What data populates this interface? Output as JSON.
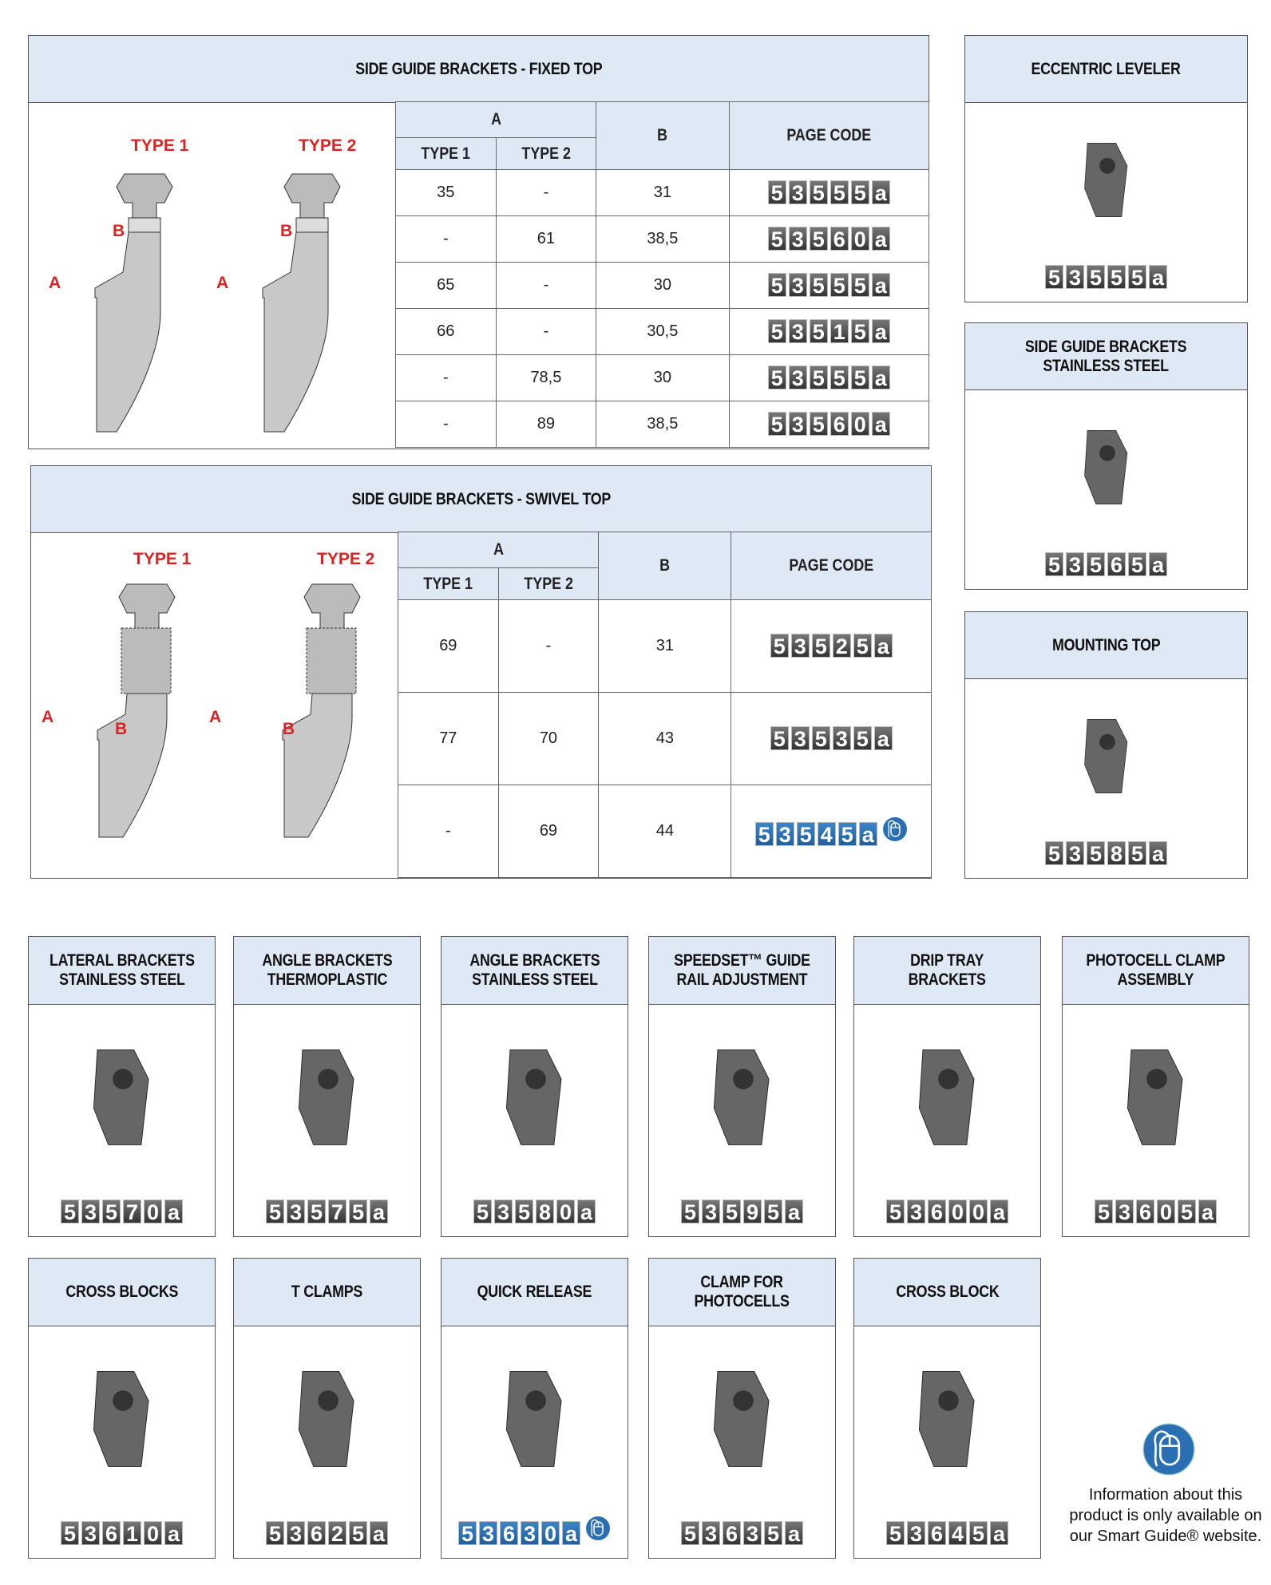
{
  "fixed_top": {
    "title": "SIDE GUIDE BRACKETS - FIXED TOP",
    "type1_label": "TYPE 1",
    "type2_label": "TYPE 2",
    "dim_a": "A",
    "dim_b": "B",
    "columns": {
      "a": "A",
      "type1": "TYPE 1",
      "type2": "TYPE 2",
      "b": "B",
      "page_code": "PAGE CODE"
    },
    "rows": [
      {
        "type1": "35",
        "type2": "-",
        "b": "31",
        "code": "53555a"
      },
      {
        "type1": "-",
        "type2": "61",
        "b": "38,5",
        "code": "53560a"
      },
      {
        "type1": "65",
        "type2": "-",
        "b": "30",
        "code": "53555a"
      },
      {
        "type1": "66",
        "type2": "-",
        "b": "30,5",
        "code": "53515a"
      },
      {
        "type1": "-",
        "type2": "78,5",
        "b": "30",
        "code": "53555a"
      },
      {
        "type1": "-",
        "type2": "89",
        "b": "38,5",
        "code": "53560a"
      }
    ]
  },
  "swivel_top": {
    "title": "SIDE GUIDE BRACKETS - SWIVEL TOP",
    "type1_label": "TYPE 1",
    "type2_label": "TYPE 2",
    "dim_a": "A",
    "dim_b": "B",
    "columns": {
      "a": "A",
      "type1": "TYPE 1",
      "type2": "TYPE 2",
      "b": "B",
      "page_code": "PAGE CODE"
    },
    "rows": [
      {
        "type1": "69",
        "type2": "-",
        "b": "31",
        "code": "53525a",
        "online": false
      },
      {
        "type1": "77",
        "type2": "70",
        "b": "43",
        "code": "53535a",
        "online": false
      },
      {
        "type1": "-",
        "type2": "69",
        "b": "44",
        "code": "53545a",
        "online": true
      }
    ]
  },
  "side_cards": [
    {
      "title": "ECCENTRIC LEVELER",
      "code": "53555a",
      "icon": "eccentric-leveler"
    },
    {
      "title": "SIDE GUIDE BRACKETS\nSTAINLESS STEEL",
      "code": "53565a",
      "icon": "conveyor"
    },
    {
      "title": "MOUNTING TOP",
      "code": "53585a",
      "icon": "mounting-top"
    }
  ],
  "cards": [
    {
      "title": "LATERAL BRACKETS\nSTAINLESS STEEL",
      "code": "53570a",
      "online": false
    },
    {
      "title": "ANGLE BRACKETS\nTHERMOPLASTIC",
      "code": "53575a",
      "online": false
    },
    {
      "title": "ANGLE BRACKETS\nSTAINLESS STEEL",
      "code": "53580a",
      "online": false
    },
    {
      "title": "SPEEDSET™ GUIDE\nRAIL ADJUSTMENT",
      "code": "53595a",
      "online": false
    },
    {
      "title": "DRIP TRAY\nBRACKETS",
      "code": "53600a",
      "online": false
    },
    {
      "title": "PHOTOCELL CLAMP\nASSEMBLY",
      "code": "53605a",
      "online": false
    },
    {
      "title": "CROSS BLOCKS",
      "code": "53610a",
      "online": false
    },
    {
      "title": "T CLAMPS",
      "code": "53625a",
      "online": false
    },
    {
      "title": "QUICK RELEASE",
      "code": "53630a",
      "online": true
    },
    {
      "title": "CLAMP FOR\nPHOTOCELLS",
      "code": "53635a",
      "online": false
    },
    {
      "title": "CROSS BLOCK",
      "code": "53645a",
      "online": false
    }
  ],
  "note": {
    "text": "Information about this product is only available on our Smart Guide® website.",
    "icon": "mouse-icon"
  },
  "colors": {
    "header_bg": "#dfe8f5",
    "type_label": "#dd2222",
    "online_badge": "#2b6fb3",
    "code_badge": "#444444"
  }
}
